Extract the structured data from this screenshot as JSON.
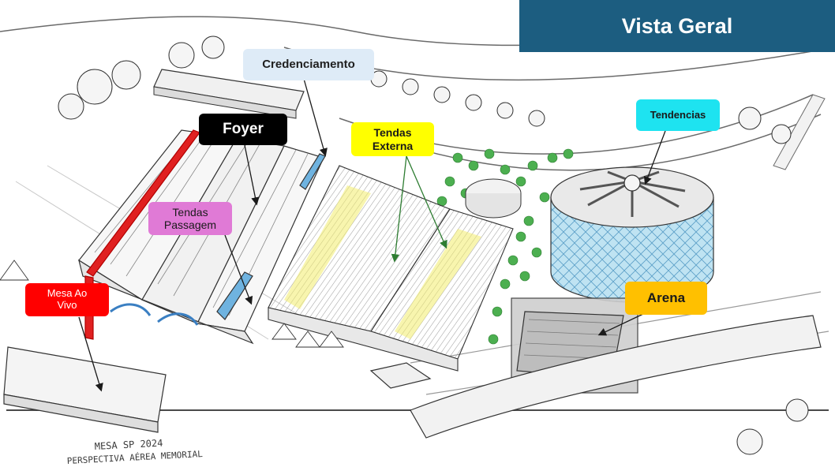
{
  "header": {
    "title": "Vista Geral"
  },
  "labels": {
    "credenciamento": "Credenciamento",
    "foyer": "Foyer",
    "tendas_externa": "Tendas\nExterna",
    "tendencias": "Tendencias",
    "tendas_passagem": "Tendas\nPassagem",
    "mesa_ao_vivo": "Mesa Ao\nVivo",
    "arena": "Arena"
  },
  "sketch": {
    "signature_line1": "MESA SP 2024",
    "signature_line2": "PERSPECTIVA AÉREA MEMORIAL"
  },
  "colors": {
    "title_bar": "#1c5d80",
    "credenciamento": "#deebf7",
    "foyer": "#000000",
    "tendas_externa": "#ffff00",
    "tendencias": "#1ee3f0",
    "tendas_passagem": "#e07ad6",
    "mesa_ao_vivo": "#ff0000",
    "arena": "#ffc000"
  }
}
